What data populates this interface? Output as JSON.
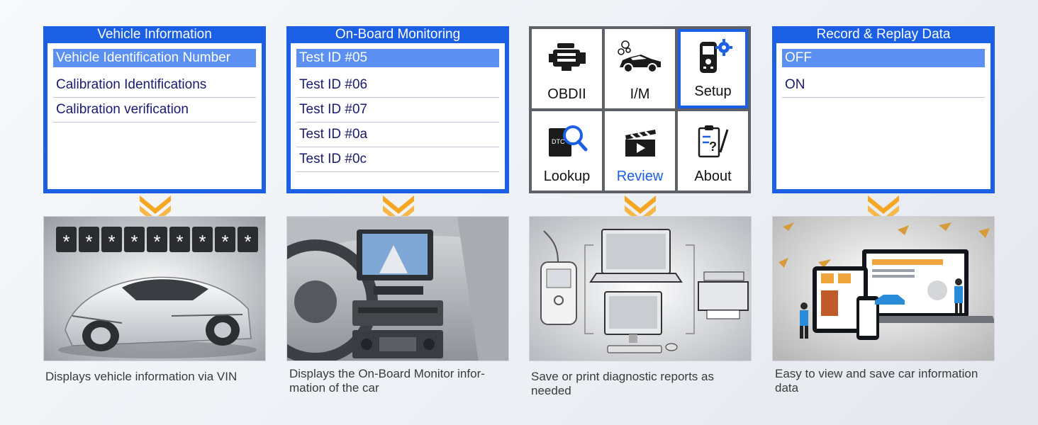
{
  "panels": {
    "vehicle_info": {
      "title": "Vehicle Information",
      "items": [
        "Vehicle Identification Number",
        "Calibration Identifications",
        "Calibration verification"
      ],
      "caption": "Displays vehicle information via VIN",
      "vin_mask": [
        "*",
        "*",
        "*",
        "*",
        "*",
        "*",
        "*",
        "*",
        "*"
      ]
    },
    "onboard": {
      "title": "On-Board Monitoring",
      "items": [
        "Test ID #05",
        "Test ID #06",
        "Test ID #07",
        "Test ID #0a",
        "Test ID #0c"
      ],
      "caption_line1": "Displays the On-Board Monitor infor-",
      "caption_line2": "mation of the car"
    },
    "main_menu": {
      "tiles": [
        "OBDII",
        "I/M",
        "Setup",
        "Lookup",
        "Review",
        "About"
      ],
      "dtc_text": "DTC",
      "caption_line1": "Save or print diagnostic reports as",
      "caption_line2": "needed"
    },
    "record": {
      "title": "Record & Replay Data",
      "items": [
        "OFF",
        "ON"
      ],
      "caption_line1": "Easy to view and save car information",
      "caption_line2": "data"
    }
  },
  "colors": {
    "screen_blue": "#1a5fe4",
    "selection_blue": "#5b8ff2",
    "arrow_orange": "#f5a623",
    "menu_text": "#1a1a6e"
  }
}
